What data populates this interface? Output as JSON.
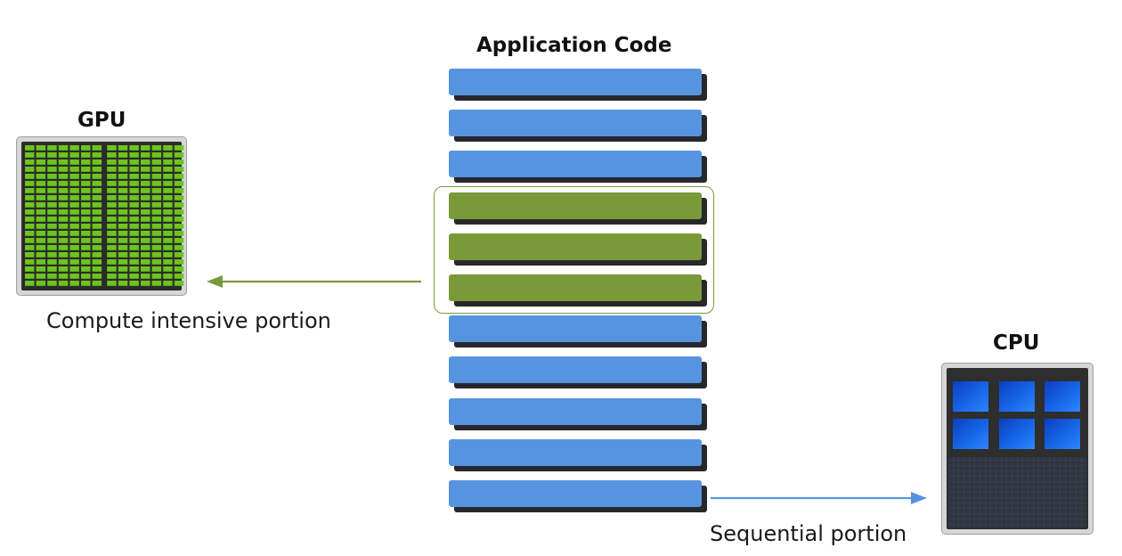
{
  "diagram": {
    "title": "Application Code",
    "gpu": {
      "label": "GPU",
      "icon": "gpu-chip-icon",
      "caption": "Compute intensive portion",
      "accent": "#7a9a3a",
      "core_color": "#6ec41e"
    },
    "cpu": {
      "label": "CPU",
      "icon": "cpu-chip-icon",
      "caption": "Sequential portion",
      "accent": "#5794e0",
      "core_color": "#1a63e0"
    },
    "code_blocks": [
      {
        "kind": "sequential",
        "color": "#5794e0"
      },
      {
        "kind": "sequential",
        "color": "#5794e0"
      },
      {
        "kind": "sequential",
        "color": "#5794e0"
      },
      {
        "kind": "compute",
        "color": "#7a9a3a"
      },
      {
        "kind": "compute",
        "color": "#7a9a3a"
      },
      {
        "kind": "compute",
        "color": "#7a9a3a"
      },
      {
        "kind": "sequential",
        "color": "#5794e0"
      },
      {
        "kind": "sequential",
        "color": "#5794e0"
      },
      {
        "kind": "sequential",
        "color": "#5794e0"
      },
      {
        "kind": "sequential",
        "color": "#5794e0"
      },
      {
        "kind": "sequential",
        "color": "#5794e0"
      }
    ]
  }
}
